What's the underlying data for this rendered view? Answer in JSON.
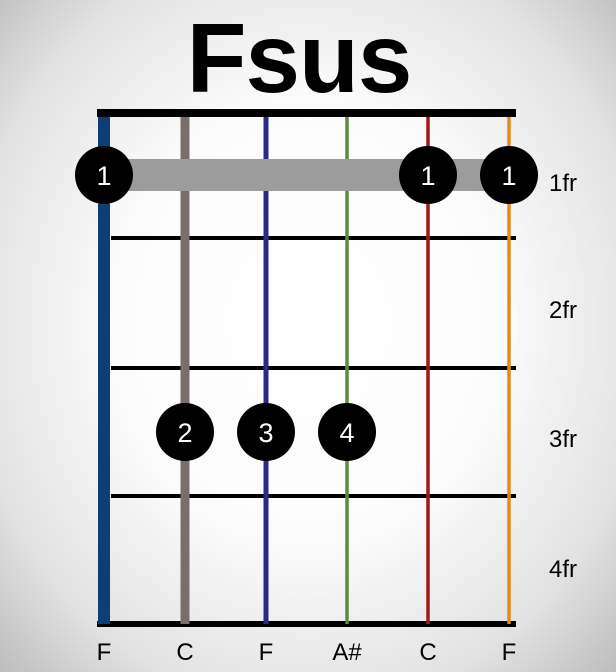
{
  "title": "Fsus",
  "diagram": {
    "strings": [
      {
        "note": "F",
        "color": "#0d3f74"
      },
      {
        "note": "C",
        "color": "#7a6e6a"
      },
      {
        "note": "F",
        "color": "#2a2a86"
      },
      {
        "note": "A#",
        "color": "#5f8a3e"
      },
      {
        "note": "C",
        "color": "#a0181a"
      },
      {
        "note": "F",
        "color": "#e58a1a"
      }
    ],
    "fret_labels": [
      "1fr",
      "2fr",
      "3fr",
      "4fr"
    ],
    "barre": {
      "fret": 1,
      "from_string": 1,
      "to_string": 6,
      "finger": "1"
    },
    "fingers": [
      {
        "string": 1,
        "fret": 1,
        "label": "1"
      },
      {
        "string": 5,
        "fret": 1,
        "label": "1"
      },
      {
        "string": 6,
        "fret": 1,
        "label": "1"
      },
      {
        "string": 2,
        "fret": 3,
        "label": "2"
      },
      {
        "string": 3,
        "fret": 3,
        "label": "3"
      },
      {
        "string": 4,
        "fret": 3,
        "label": "4"
      }
    ]
  }
}
